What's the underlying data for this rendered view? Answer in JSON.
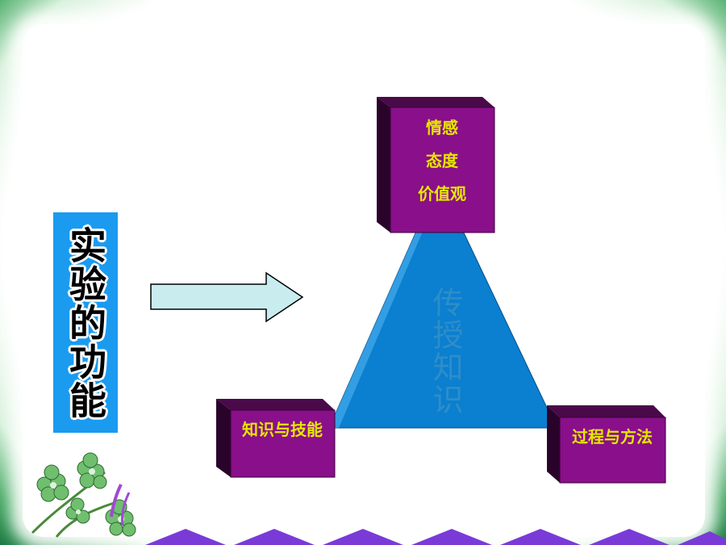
{
  "slide": {
    "title": "实验的功能",
    "center_text": "传授知识",
    "top_box": {
      "lines": [
        "情感",
        "态度",
        "价值观"
      ]
    },
    "left_box": {
      "label": "知识与技能"
    },
    "right_box": {
      "label": "过程与方法"
    }
  },
  "colors": {
    "frame_green": "#1f8a4a",
    "title_bar": "#1a9bf0",
    "triangle": "#0b7fd0",
    "box_face": "#8a0f8a",
    "box_label": "#e6e600",
    "arrow_fill": "#c9ecef",
    "center_text": "#2d8ec8"
  }
}
